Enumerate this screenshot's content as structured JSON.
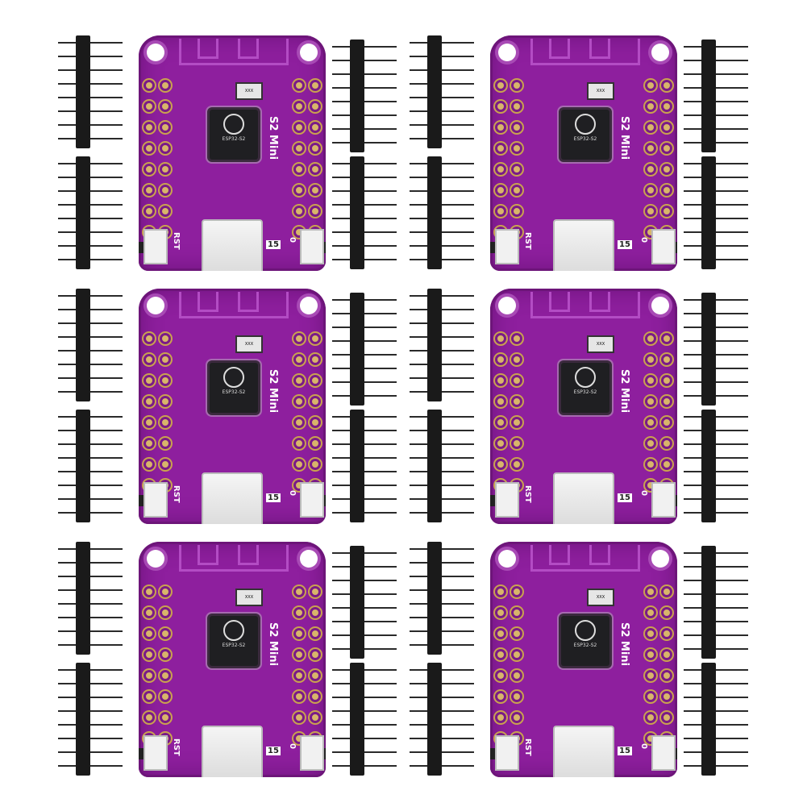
{
  "image": {
    "description": "Product photo: six purple ESP32-S2 Mini development boards, each shown with four loose male pin-header strips, arranged in a 3x2 grid on a white background",
    "background_color": "#ffffff",
    "board_color": "#8e1f9e",
    "pad_color": "#d8b56a",
    "header_color": "#1a1a1a"
  },
  "board": {
    "chip_label": "ESP32-S2",
    "side_label": "S2 Mini",
    "reset_label": "RST",
    "boot_label": "0",
    "led_label": "15",
    "crystal_label": "XXX"
  },
  "units": [
    {
      "row": 0,
      "col": 0
    },
    {
      "row": 0,
      "col": 1
    },
    {
      "row": 1,
      "col": 0
    },
    {
      "row": 1,
      "col": 1
    },
    {
      "row": 2,
      "col": 0
    },
    {
      "row": 2,
      "col": 1
    }
  ]
}
